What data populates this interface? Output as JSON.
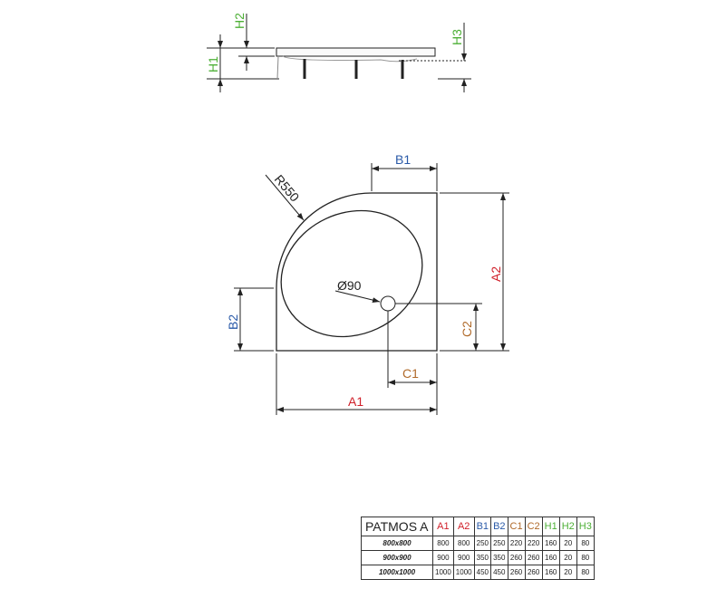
{
  "colors": {
    "A": "#d0202a",
    "B": "#2a5aa8",
    "C": "#b06a2a",
    "H": "#4caf35"
  },
  "labels": {
    "H1": "H1",
    "H2": "H2",
    "H3": "H3",
    "B1": "B1",
    "B2": "B2",
    "A1": "A1",
    "A2": "A2",
    "C1": "C1",
    "C2": "C2",
    "radius": "R550",
    "drain": "Ø90"
  },
  "table": {
    "title": "PATMOS A",
    "headers": [
      "A1",
      "A2",
      "B1",
      "B2",
      "C1",
      "C2",
      "H1",
      "H2",
      "H3"
    ],
    "rows": [
      {
        "size": "800x800",
        "values": [
          "800",
          "800",
          "250",
          "250",
          "220",
          "220",
          "160",
          "20",
          "80"
        ]
      },
      {
        "size": "900x900",
        "values": [
          "900",
          "900",
          "350",
          "350",
          "260",
          "260",
          "160",
          "20",
          "80"
        ]
      },
      {
        "size": "1000x1000",
        "values": [
          "1000",
          "1000",
          "450",
          "450",
          "260",
          "260",
          "160",
          "20",
          "80"
        ]
      }
    ]
  }
}
